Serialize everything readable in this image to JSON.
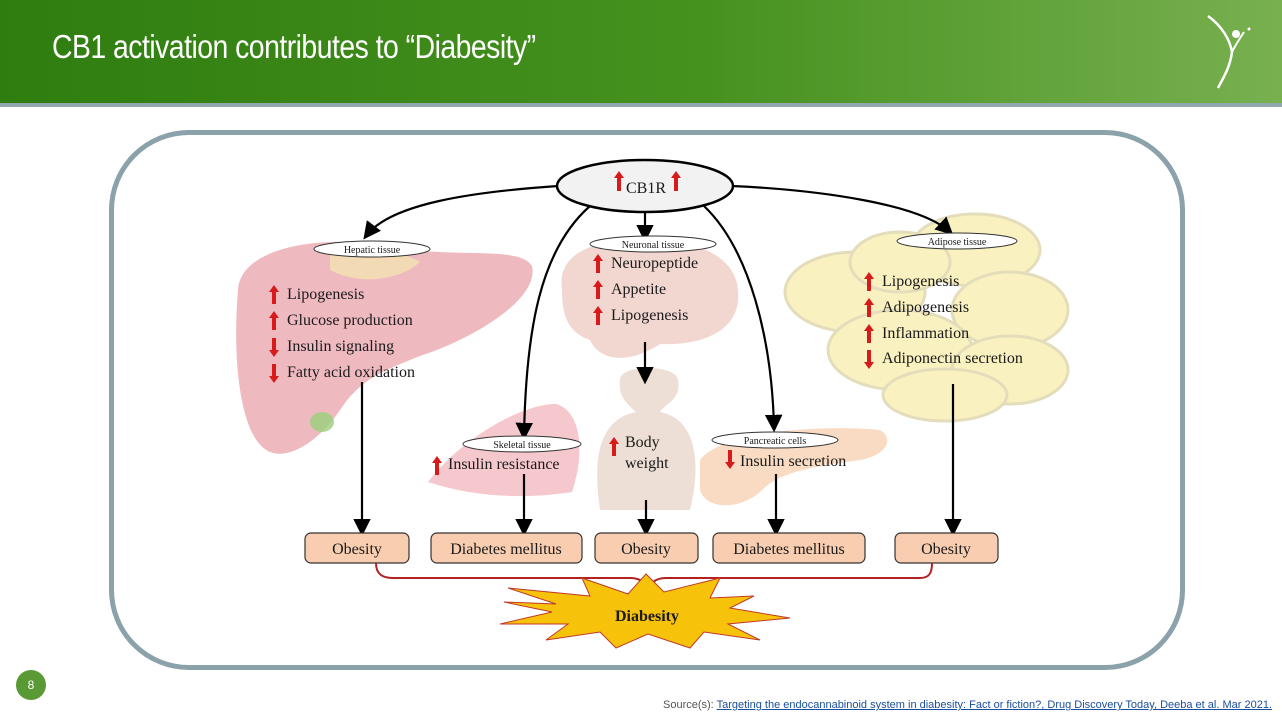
{
  "slide": {
    "title": "CB1 activation contributes to “Diabesity”",
    "page_number": "8",
    "source_label": "Source(s): ",
    "source_link": "Targeting the endocannabinoid system in diabesity: Fact or fiction?, Drug Discovery Today, Deeba et al. Mar 2021."
  },
  "diagram": {
    "center": "CB1R",
    "hepatic": {
      "label": "Hepatic tissue",
      "items": [
        "Lipogenesis",
        "Glucose production",
        "Insulin signaling",
        "Fatty acid oxidation"
      ],
      "directions": [
        "up",
        "up",
        "down",
        "down"
      ]
    },
    "neuronal": {
      "label": "Neuronal tissue",
      "items": [
        "Neuropeptide",
        "Appetite",
        "Lipogenesis"
      ],
      "directions": [
        "up",
        "up",
        "up"
      ]
    },
    "adipose": {
      "label": "Adipose tissue",
      "items": [
        "Lipogenesis",
        "Adipogenesis",
        "Inflammation",
        "Adiponectin secretion"
      ],
      "directions": [
        "up",
        "up",
        "up",
        "down"
      ]
    },
    "skeletal": {
      "label": "Skeletal tissue",
      "item": "Insulin resistance",
      "direction": "up"
    },
    "body": {
      "line1": "Body",
      "line2": "weight",
      "direction": "up"
    },
    "pancreatic": {
      "label": "Pancreatic cells",
      "item": "Insulin secretion",
      "direction": "down"
    },
    "outcomes": [
      "Obesity",
      "Diabetes mellitus",
      "Obesity",
      "Diabetes mellitus",
      "Obesity"
    ],
    "result": "Diabesity"
  },
  "colors": {
    "header_green": "#3f8a1a",
    "frame": "#8ba2ab",
    "up_arrow": "#d81a1a",
    "outcome_box": "#f8cdb0",
    "burst": "#f7c30a",
    "brace": "#b22222"
  }
}
